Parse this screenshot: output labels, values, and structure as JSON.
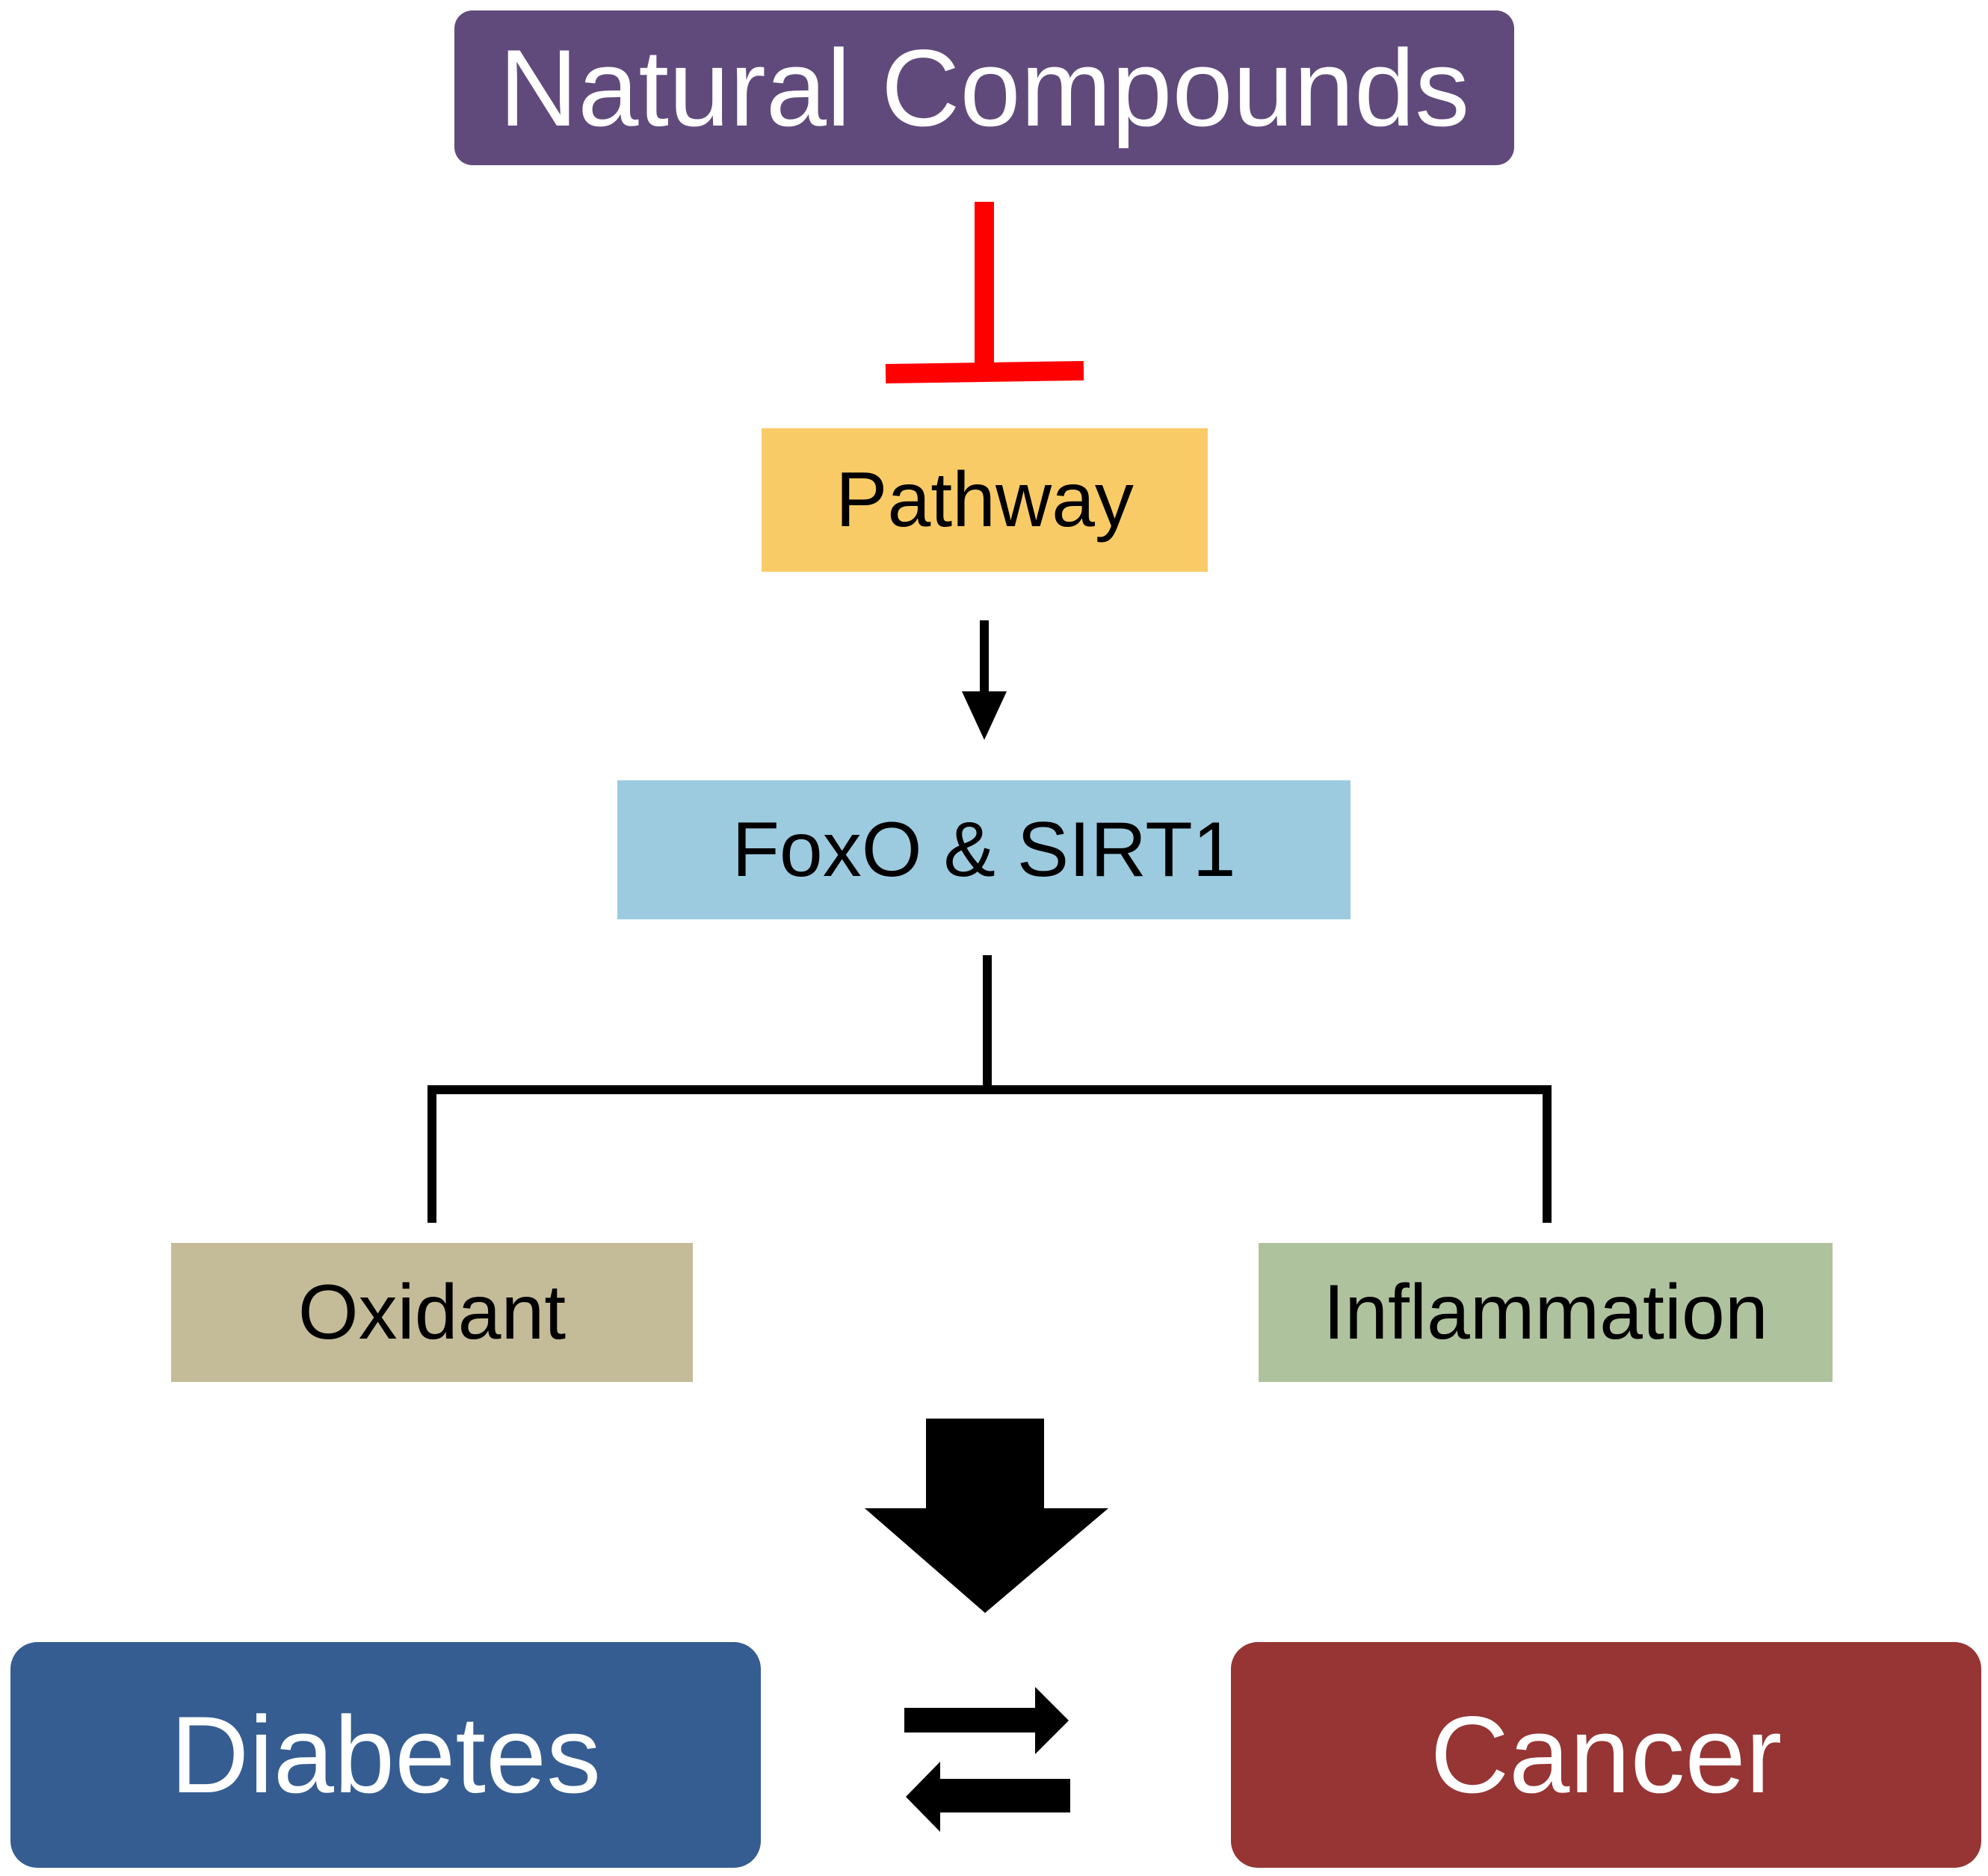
{
  "nodes": {
    "natural_compounds": "Natural Compounds",
    "pathway": "Pathway",
    "foxo_sirt1": "FoxO & SIRT1",
    "oxidant": "Oxidant",
    "inflammation": "Inflammation",
    "diabetes": "Diabetes",
    "cancer": "Cancer"
  },
  "colors": {
    "natural_compounds": "#604a7b",
    "pathway": "#f9cb67",
    "foxo_sirt1": "#9ccbe0",
    "oxidant": "#c4bc98",
    "inflammation": "#afc29e",
    "diabetes": "#365d91",
    "cancer": "#963534",
    "inhibition": "#ff0000",
    "arrow": "#000000"
  },
  "edges": [
    {
      "from": "natural_compounds",
      "to": "pathway",
      "type": "inhibition"
    },
    {
      "from": "pathway",
      "to": "foxo_sirt1",
      "type": "activation"
    },
    {
      "from": "foxo_sirt1",
      "to": "oxidant",
      "type": "branch"
    },
    {
      "from": "foxo_sirt1",
      "to": "inflammation",
      "type": "branch"
    },
    {
      "from": "oxidant_inflammation",
      "to": "diabetes_cancer",
      "type": "leads-to"
    },
    {
      "from": "diabetes",
      "to": "cancer",
      "type": "bidirectional"
    }
  ]
}
